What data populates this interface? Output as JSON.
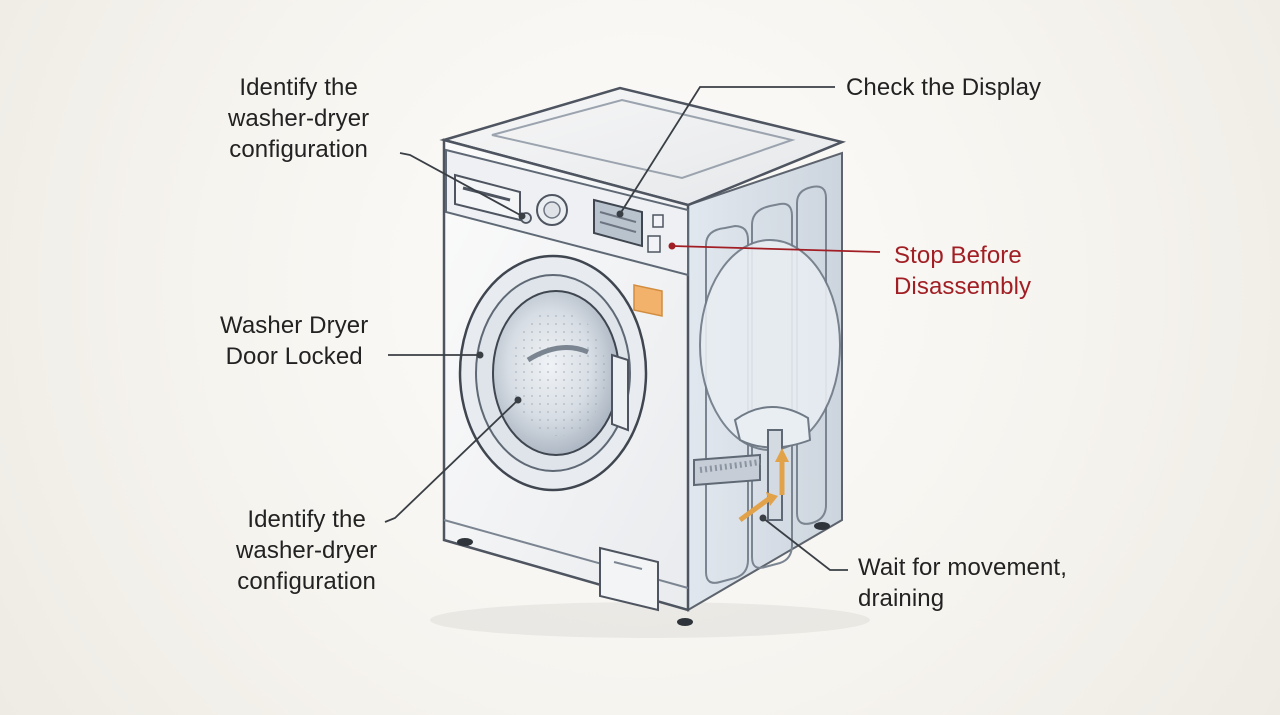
{
  "labels": {
    "config_top": [
      "Identify the",
      "washer-dryer",
      "configuration"
    ],
    "check_display": "Check the Display",
    "stop": [
      "Stop Before",
      "Disassembly"
    ],
    "door_locked": [
      "Washer Dryer",
      "Door Locked"
    ],
    "config_bottom": [
      "Identify the",
      "washer-dryer",
      "configuration"
    ],
    "wait": [
      "Wait for movement,",
      "draining"
    ]
  },
  "colors": {
    "text": "#222222",
    "warning": "#a11f24",
    "arrow": "#e2a24a",
    "outline": "#555555"
  }
}
